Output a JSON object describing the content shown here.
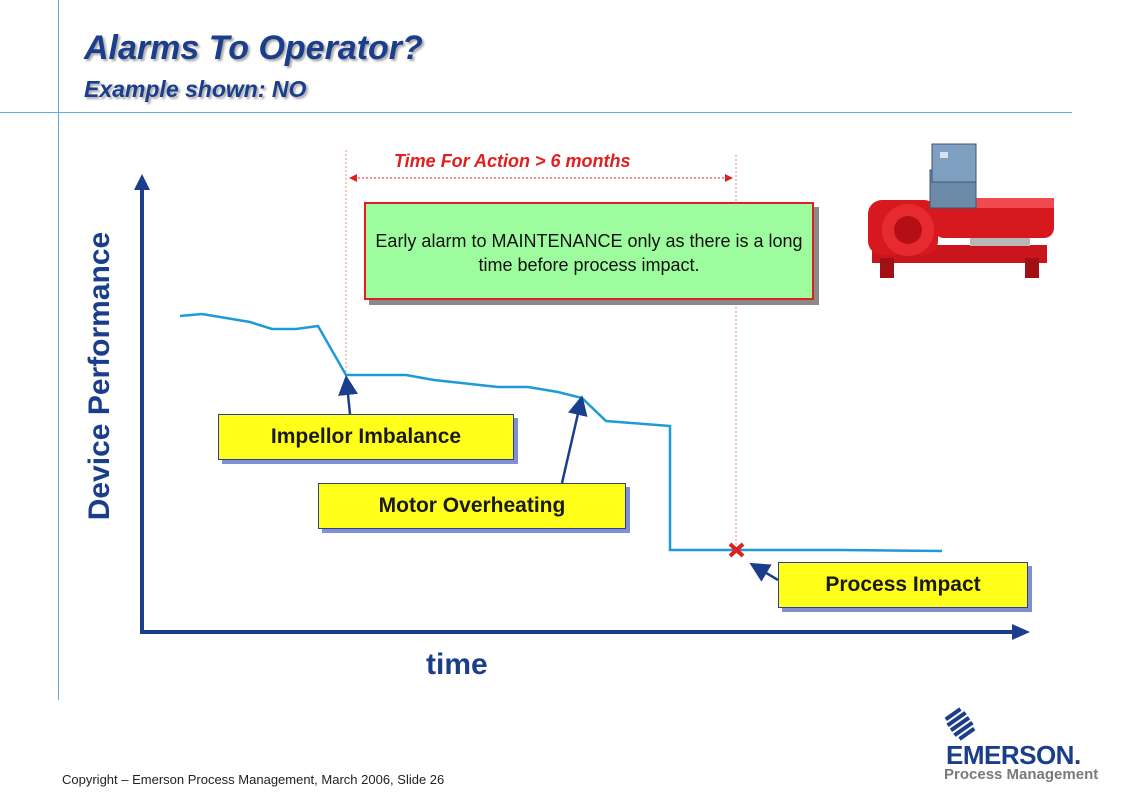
{
  "title": "Alarms To Operator?",
  "subtitle": "Example shown: NO",
  "axes": {
    "y_label": "Device Performance",
    "x_label": "time"
  },
  "time_for_action": "Time For Action > 6 months",
  "green_note": "Early alarm to MAINTENANCE only as there is a long time before process impact.",
  "callouts": {
    "impellor": "Impellor Imbalance",
    "motor": "Motor Overheating",
    "process": "Process Impact"
  },
  "footer": {
    "copyright": "Copyright – Emerson Process Management, March 2006, Slide 26"
  },
  "logo": {
    "name": "EMERSON.",
    "sub": "Process Management"
  },
  "colors": {
    "axis": "#1a3e8c",
    "curve": "#1e9ad6",
    "accent_red": "#e02020",
    "callout": "#ffff1a",
    "note": "#9dfc9d"
  },
  "icons": [
    "pump-image",
    "emerson-logo-icon",
    "x-mark-icon"
  ]
}
